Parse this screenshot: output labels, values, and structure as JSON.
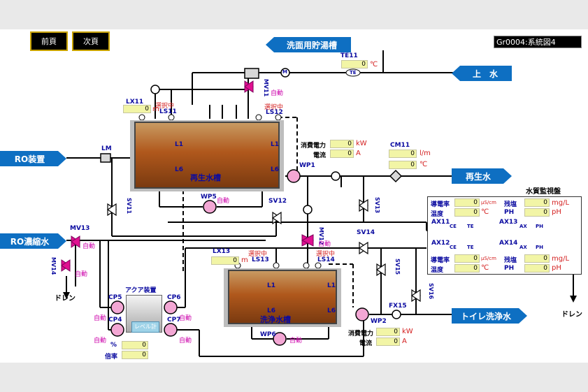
{
  "nav": {
    "prev": "前頁",
    "next": "次頁"
  },
  "screen_id": "Gr0004:系統図4",
  "arrows": {
    "hot_storage": "洗面用貯湯槽",
    "city_water": "上　水",
    "ro_device": "RO装置",
    "ro_concentrate": "RO濃縮水",
    "reclaimed": "再生水",
    "toilet": "トイレ洗浄水"
  },
  "tags": {
    "te11": "TE11",
    "te": "TE",
    "mv11": "MV11",
    "auto": "自動",
    "lx11": "LX11",
    "selected": "選択中",
    "ls11": "LS11",
    "ls12": "LS12",
    "lm": "LM",
    "sv11": "SV11",
    "wp1": "WP1",
    "wp5": "WP5",
    "sv12": "SV12",
    "cm11": "CM11",
    "sv13": "SV13",
    "mv13": "MV13",
    "mv14": "MV14",
    "mv12": "MV12",
    "lx13": "LX13",
    "ls13": "LS13",
    "ls14": "LS14",
    "sv14": "SV14",
    "sv15": "SV15",
    "sv16": "SV16",
    "fx15": "FX15",
    "wp2": "WP2",
    "wp6": "WP6",
    "cp5": "CP5",
    "cp6": "CP6",
    "cp4": "CP4",
    "cp7": "CP7",
    "l1": "L1",
    "l6": "L6",
    "m": "M"
  },
  "labels": {
    "power": "消費電力",
    "current": "電流",
    "aqua_device": "アクア装置",
    "level_meter": "レベル計",
    "drain": "ドレン",
    "percent": "%",
    "ratio": "倍率",
    "monitor_title": "水質監視盤",
    "conductivity": "導電率",
    "temp": "温度",
    "salinity": "残塩",
    "ph": "PH",
    "ax11": "AX11",
    "ax12": "AX12",
    "ax13": "AX13",
    "ax14": "AX14",
    "ce": "CE",
    "te": "TE",
    "ax": "AX",
    "ph_tag": "PH"
  },
  "tanks": {
    "reclaimed": "再生水槽",
    "washing": "洗浄水槽"
  },
  "units": {
    "degc": "℃",
    "m": "m",
    "kw": "kW",
    "a": "A",
    "lpm": "l/m",
    "us": "μS/cm",
    "mgl": "mg/L",
    "ph": "pH"
  },
  "values": {
    "te11": "0",
    "lx11": "0",
    "wp1_kw": "0",
    "wp1_a": "0",
    "cm11_flow": "0",
    "cm11_temp": "0",
    "lx13": "0",
    "wp2_kw": "0",
    "wp2_a": "0",
    "aqua_pct": "0",
    "aqua_ratio": "0",
    "ax11_cond": "0",
    "ax11_temp": "0",
    "ax13_cl": "0",
    "ax13_ph": "0",
    "ax12_cond": "0",
    "ax12_temp": "0",
    "ax14_cl": "0",
    "ax14_ph": "0"
  },
  "colors": {
    "accent": "#0e6fc2",
    "valve": "#e01090",
    "value_bg": "#f2f5a6"
  }
}
